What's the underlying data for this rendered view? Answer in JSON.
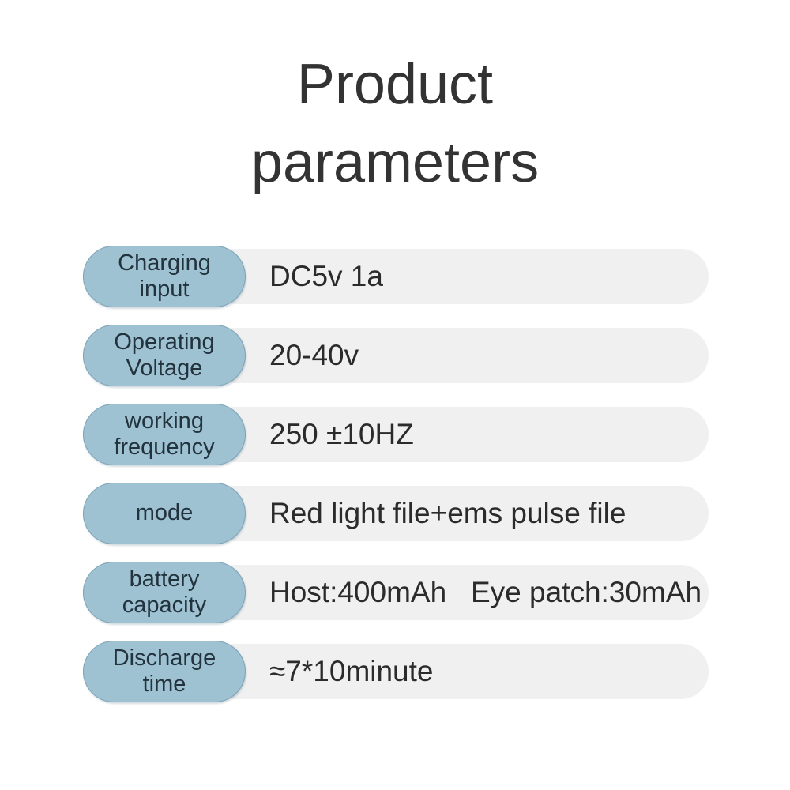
{
  "title": {
    "line1": "Product",
    "line2": "parameters"
  },
  "colors": {
    "pill_bg": "#9fc2d3",
    "pill_border": "#7fa3b6",
    "pill_text": "#22333e",
    "row_bg": "#f0f0f0",
    "value_text": "#2b2b2b",
    "title_text": "#333333",
    "page_bg": "#ffffff"
  },
  "rows": [
    {
      "label": "Charging\ninput",
      "value": "DC5v 1a"
    },
    {
      "label": "Operating\nVoltage",
      "value": "20-40v"
    },
    {
      "label": "working\nfrequency",
      "value": "250 ±10HZ"
    },
    {
      "label": "mode",
      "value": "Red light file+ems pulse file"
    },
    {
      "label": "battery\ncapacity",
      "value": "Host:400mAh   Eye patch:30mAh"
    },
    {
      "label": "Discharge\ntime",
      "value": "≈7*10minute"
    }
  ]
}
